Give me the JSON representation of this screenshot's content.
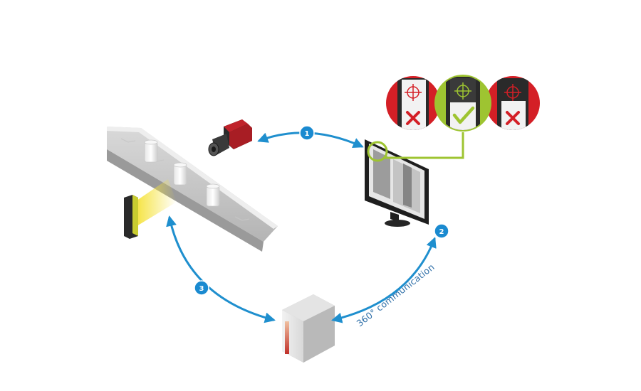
{
  "steps": [
    {
      "number": "1"
    },
    {
      "number": "2"
    },
    {
      "number": "3"
    }
  ],
  "communication_label": "360° communication",
  "inspection_results": [
    {
      "result": "reject",
      "icon": "x-mark-icon"
    },
    {
      "result": "accept",
      "icon": "check-mark-icon"
    },
    {
      "result": "reject",
      "icon": "x-mark-icon"
    }
  ],
  "colors": {
    "arrow": "#1f8fce",
    "badge": "#1a8ad0",
    "accept": "#9ec431",
    "reject": "#d41f26",
    "light": "#f5e23a"
  }
}
